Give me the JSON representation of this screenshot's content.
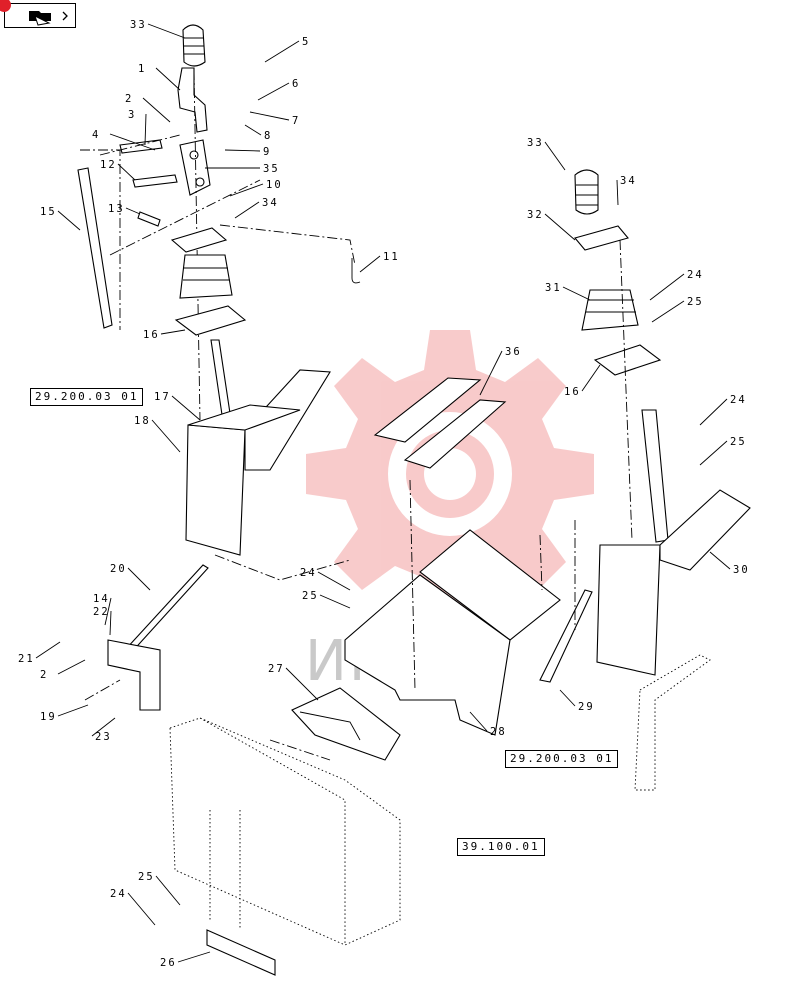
{
  "nav": {
    "icon": "folder-arrow-icon",
    "accent": "#e0202a"
  },
  "watermark": {
    "text": "ИНТЕХ",
    "color": "#f08b8b"
  },
  "references": [
    {
      "id": "ref-left",
      "text": "29.200.03 01"
    },
    {
      "id": "ref-right",
      "text": "29.200.03 01"
    },
    {
      "id": "ref-bottom",
      "text": "39.100.01"
    }
  ],
  "callouts": [
    {
      "n": "33",
      "side": "L"
    },
    {
      "n": "5",
      "side": "R"
    },
    {
      "n": "1",
      "side": "L"
    },
    {
      "n": "6",
      "side": "R"
    },
    {
      "n": "2",
      "side": "L"
    },
    {
      "n": "7",
      "side": "R"
    },
    {
      "n": "3",
      "side": "L"
    },
    {
      "n": "8",
      "side": "R"
    },
    {
      "n": "4",
      "side": "L"
    },
    {
      "n": "9",
      "side": "R"
    },
    {
      "n": "35",
      "side": "R"
    },
    {
      "n": "12",
      "side": "L"
    },
    {
      "n": "10",
      "side": "R"
    },
    {
      "n": "15",
      "side": "L"
    },
    {
      "n": "34",
      "side": "R"
    },
    {
      "n": "13",
      "side": "L"
    },
    {
      "n": "11",
      "side": "R"
    },
    {
      "n": "16",
      "side": "L"
    },
    {
      "n": "33",
      "side": "L"
    },
    {
      "n": "34",
      "side": "R"
    },
    {
      "n": "32",
      "side": "L"
    },
    {
      "n": "24",
      "side": "R"
    },
    {
      "n": "31",
      "side": "L"
    },
    {
      "n": "25",
      "side": "R"
    },
    {
      "n": "36",
      "side": "R"
    },
    {
      "n": "16",
      "side": "L"
    },
    {
      "n": "17",
      "side": "L"
    },
    {
      "n": "24",
      "side": "R"
    },
    {
      "n": "18",
      "side": "L"
    },
    {
      "n": "25",
      "side": "R"
    },
    {
      "n": "30",
      "side": "R"
    },
    {
      "n": "20",
      "side": "L"
    },
    {
      "n": "24",
      "side": "L"
    },
    {
      "n": "25",
      "side": "L"
    },
    {
      "n": "14",
      "side": "L"
    },
    {
      "n": "22",
      "side": "L"
    },
    {
      "n": "21",
      "side": "L"
    },
    {
      "n": "2",
      "side": "L"
    },
    {
      "n": "27",
      "side": "L"
    },
    {
      "n": "29",
      "side": "R"
    },
    {
      "n": "19",
      "side": "L"
    },
    {
      "n": "23",
      "side": "R"
    },
    {
      "n": "28",
      "side": "R"
    },
    {
      "n": "25",
      "side": "L"
    },
    {
      "n": "24",
      "side": "L"
    },
    {
      "n": "26",
      "side": "L"
    }
  ]
}
